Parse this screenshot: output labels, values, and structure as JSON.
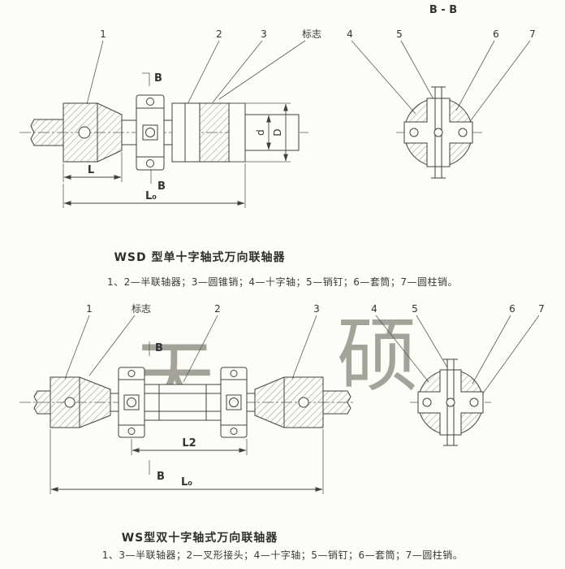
{
  "meta": {
    "background_color": "#fcfcf8",
    "line_color": "#404040",
    "watermark_color": "#8e8e82"
  },
  "top_view": {
    "section_label": "B - B",
    "callout_1": "1",
    "callout_2": "2",
    "callout_3": "3",
    "callout_mark": "标志",
    "callout_4": "4",
    "callout_5": "5",
    "callout_6": "6",
    "callout_7": "7",
    "dim_L": "L",
    "dim_L0": "L₀",
    "dim_d": "d",
    "dim_D": "D",
    "section_B_top": "B",
    "section_B_bottom": "B",
    "title": "WSD 型单十字轴式万向联轴器",
    "legend": "1、2—半联轴器；3—圆锥销；4—十字轴；5—销钉；6—套筒；7—圆柱销。"
  },
  "bottom_view": {
    "callout_1": "1",
    "callout_mark": "标志",
    "callout_2": "2",
    "callout_3": "3",
    "callout_4": "4",
    "callout_5": "5",
    "callout_6": "6",
    "callout_7": "7",
    "dim_L2": "L2",
    "dim_L0": "L₀",
    "section_B_top": "B",
    "section_B_bottom": "B",
    "watermark_1": "天",
    "watermark_2": "硕",
    "title": "WS型双十字轴式万向联轴器",
    "legend": "1、3—半联轴器；2—叉形接头；4—十字轴；5—销钉；6—套筒；7—圆柱销。"
  }
}
